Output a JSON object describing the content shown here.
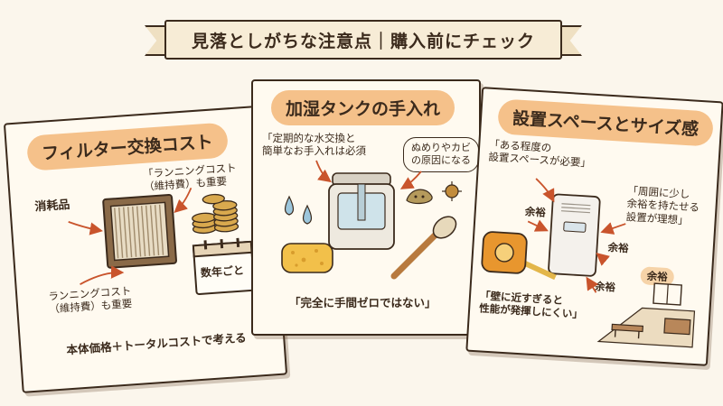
{
  "title": "見落としがちな注意点｜購入前にチェック",
  "cards": [
    {
      "heading": "フィルター交換コスト",
      "labels": {
        "consumable": "消耗品",
        "running_cost_top": "「ランニングコスト\n（維持費）も重要",
        "running_cost_bottom": "ランニングコスト\n（維持費）も重要",
        "yearly": "数年ごと",
        "summary": "本体価格＋トータルコストで考える"
      }
    },
    {
      "heading": "加湿タンクの手入れ",
      "labels": {
        "regular_care": "「定期的な水交換と\n簡単なお手入れは必須",
        "slime_mold": "ぬめりやカビ\nの原因になる",
        "not_zero": "「完全に手間ゼロではない」"
      }
    },
    {
      "heading": "設置スペースとサイズ感",
      "labels": {
        "need_space": "「ある程度の\n設置スペースが必要」",
        "keep_margin": "「周囲に少し\n余裕を持たせる\n設置が理想」",
        "margin": "余裕",
        "near_wall": "「壁に近すぎると\n性能が発揮しにくい」"
      }
    }
  ],
  "colors": {
    "ink": "#3b2a1c",
    "pill": "#f5c18a",
    "paper": "#fffaf0",
    "background": "#fbf6ec",
    "arrow": "#c9542c"
  },
  "icons": [
    "filter-icon",
    "coins-icon",
    "calendar-icon",
    "tank-icon",
    "water-drop-icon",
    "sponge-icon",
    "brush-icon",
    "germ-icon",
    "purifier-icon",
    "tape-measure-icon",
    "room-icon"
  ]
}
